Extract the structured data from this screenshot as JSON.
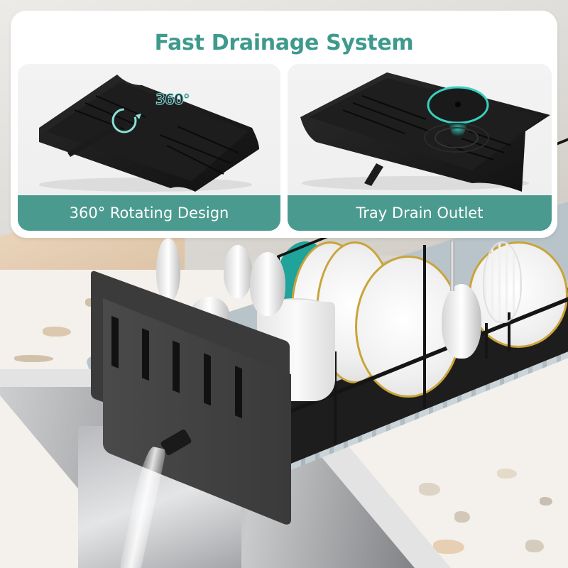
{
  "card": {
    "title": "Fast Drainage System",
    "title_color": "#3d9a8c",
    "label_bar_color": "#4a9a8f"
  },
  "panels": [
    {
      "label": "360° Rotating Design",
      "overlay_badge": "360°",
      "illustration": "black drain tray with rotating spout and circular-arrow icon"
    },
    {
      "label": "Tray Drain Outlet",
      "illustration": "black drain tray with highlighted teal drain outlet"
    }
  ],
  "scene": {
    "description": "Black dish drying rack with utensil caddy, plates, mug and whisk on light-blue silicone mat next to stainless steel sink with water draining from spout",
    "colors": {
      "rack": "#151515",
      "mat": "#b9c4ca",
      "plate_rim": "#c9a43a",
      "teal_plate": "#1fa39a",
      "countertop": "#f4f1ec"
    }
  }
}
